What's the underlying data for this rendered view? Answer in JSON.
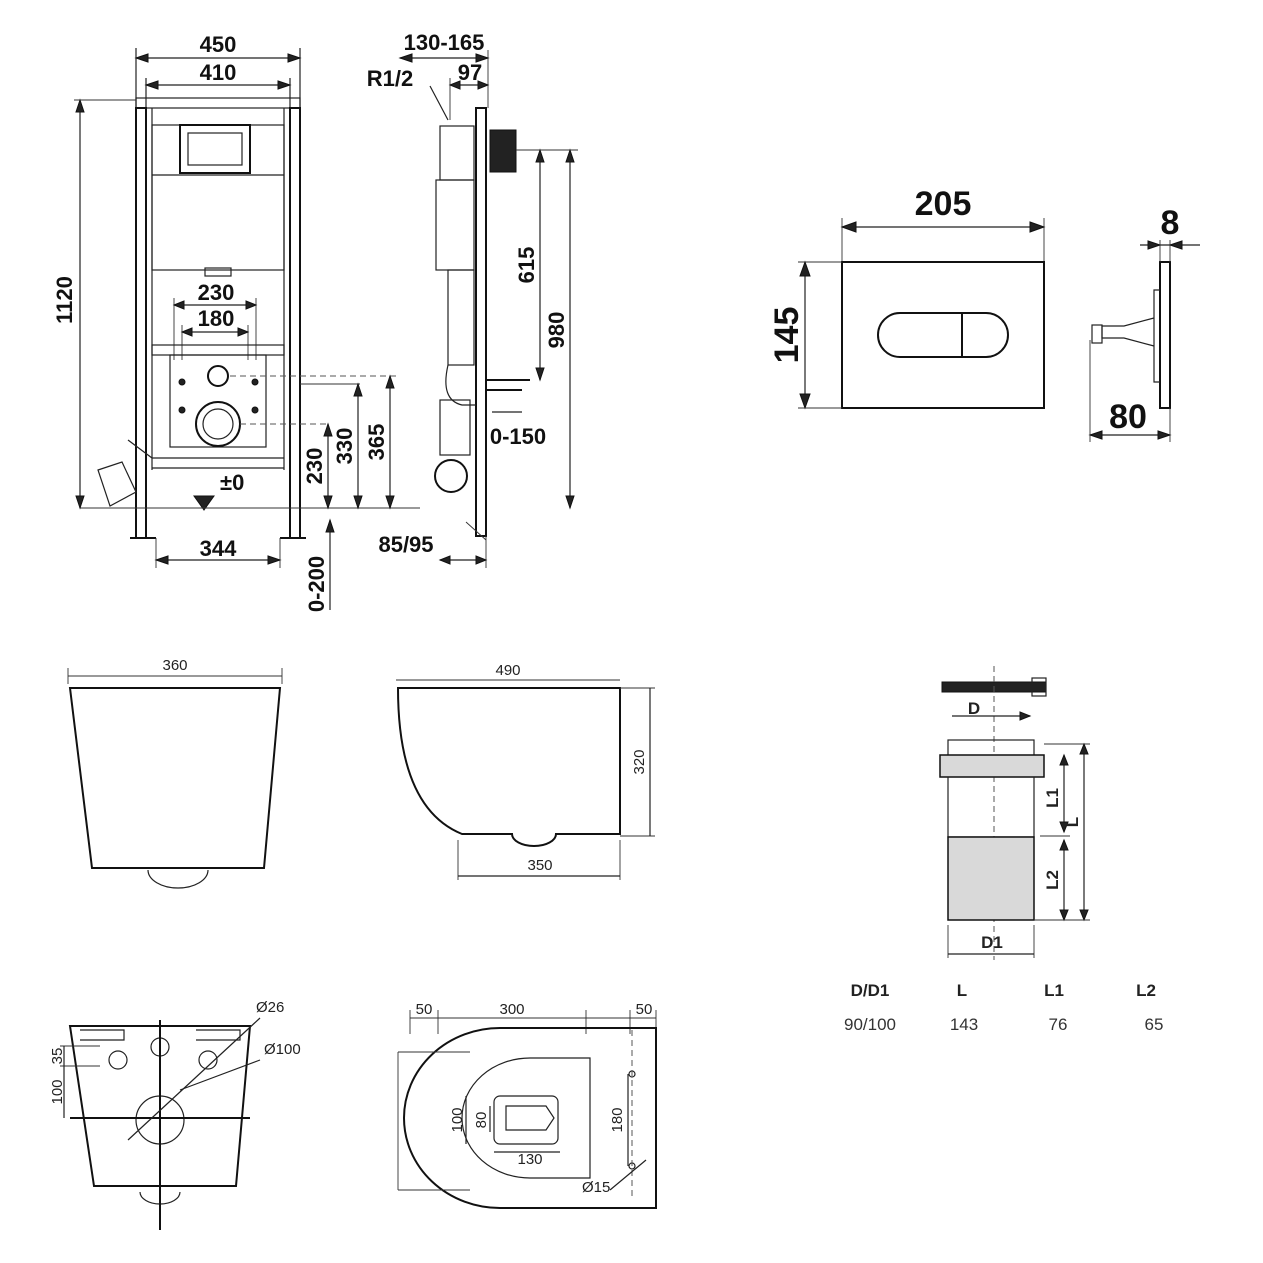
{
  "frame_front": {
    "width_outer": "450",
    "width_inner": "410",
    "height": "1120",
    "d230": "230",
    "d180": "180",
    "d344": "344",
    "zero_level": "±0"
  },
  "frame_side": {
    "d130_165": "130-165",
    "d97": "97",
    "thread": "R1/2",
    "d615": "615",
    "d980": "980",
    "d365": "365",
    "d330": "330",
    "d230": "230",
    "d0_150": "0-150",
    "d85_95": "85/95",
    "d0_200": "0-200"
  },
  "flush_plate": {
    "width": "205",
    "height": "145",
    "thickness": "8",
    "depth": "80"
  },
  "bowl_views": {
    "front_width": "360",
    "side_length": "490",
    "side_height": "320",
    "side_bottom": "350",
    "rear_d26": "Ø26",
    "rear_d100": "Ø100",
    "rear_35": "35",
    "rear_100": "100",
    "top_50a": "50",
    "top_300": "300",
    "top_50b": "50",
    "top_100": "100",
    "top_80": "80",
    "top_130": "130",
    "top_180": "180",
    "top_d15": "Ø15"
  },
  "pipe": {
    "label_d": "D",
    "label_d1": "D1",
    "label_l": "L",
    "label_l1": "L1",
    "label_l2": "L2"
  },
  "pipe_table": {
    "headers": [
      "D/D1",
      "L",
      "L1",
      "L2"
    ],
    "values": [
      "90/100",
      "143",
      "76",
      "65"
    ]
  }
}
